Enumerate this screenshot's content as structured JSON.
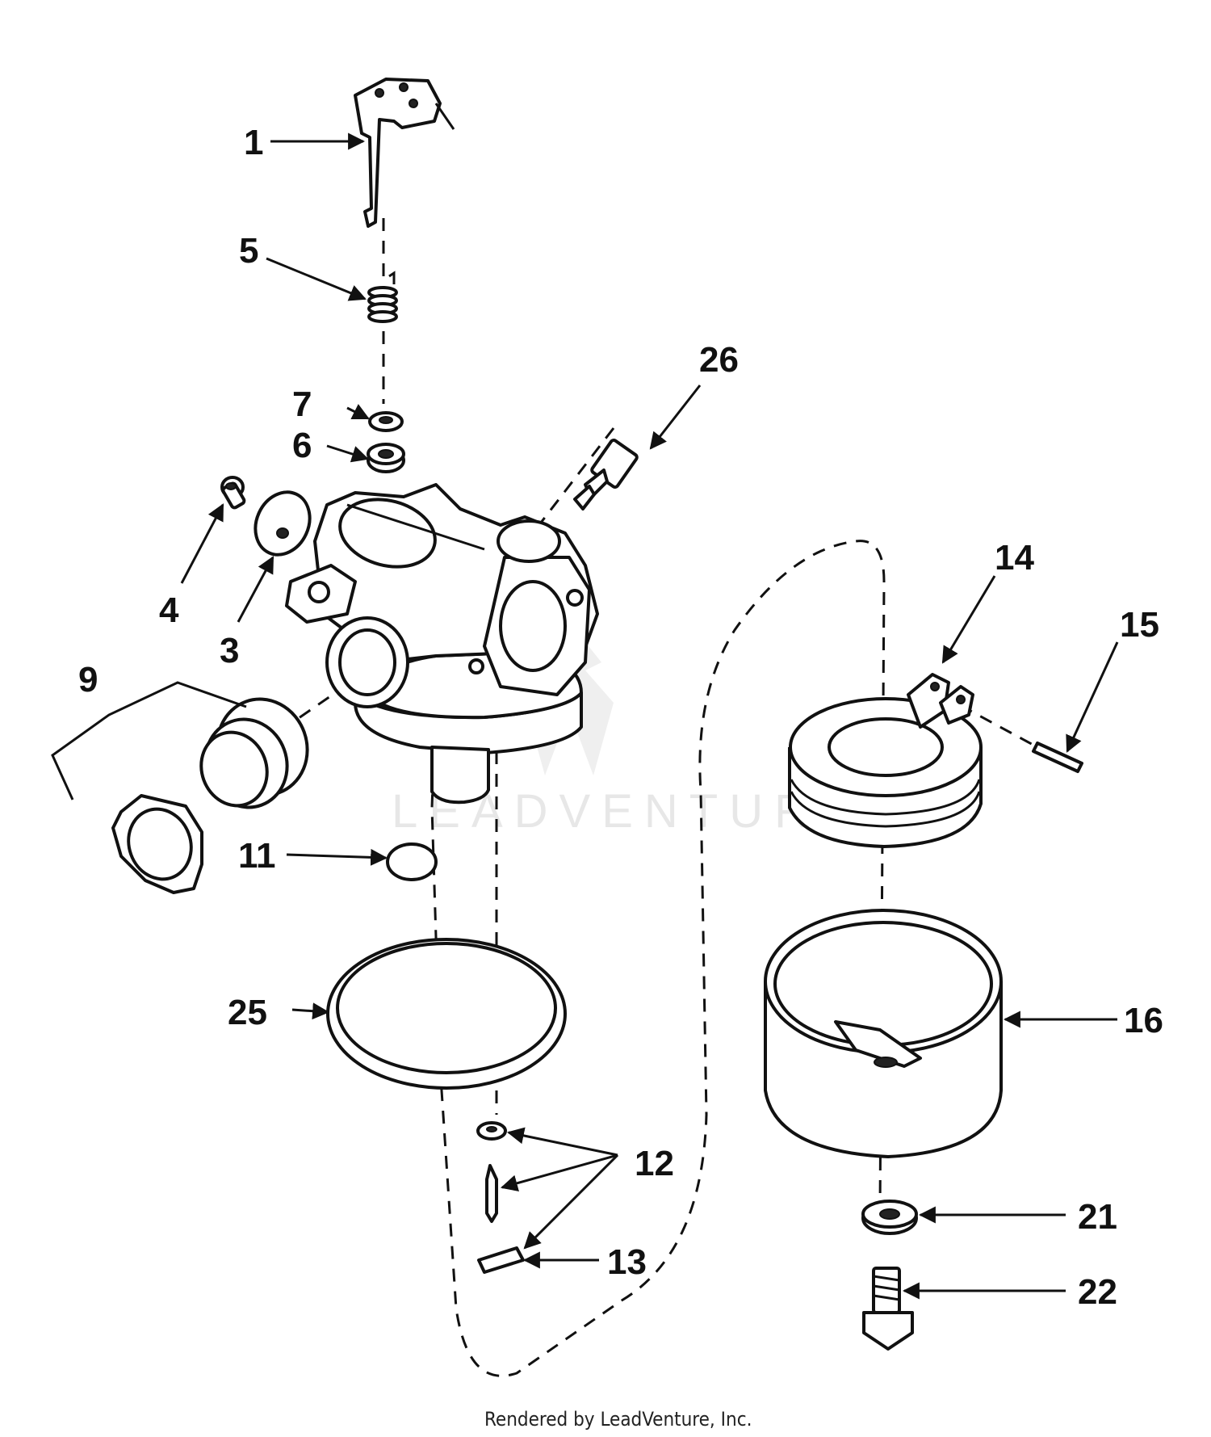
{
  "diagram": {
    "callouts": {
      "c1": "1",
      "c3": "3",
      "c4": "4",
      "c5": "5",
      "c6": "6",
      "c7": "7",
      "c9": "9",
      "c11": "11",
      "c12": "12",
      "c13": "13",
      "c14": "14",
      "c15": "15",
      "c16": "16",
      "c21": "21",
      "c22": "22",
      "c25": "25",
      "c26": "26"
    },
    "watermark": "LEADVENTURE",
    "footer": "Rendered by LeadVenture, Inc."
  },
  "colors": {
    "ink": "#111111",
    "background": "#ffffff",
    "watermark": "#e7e7e7"
  }
}
